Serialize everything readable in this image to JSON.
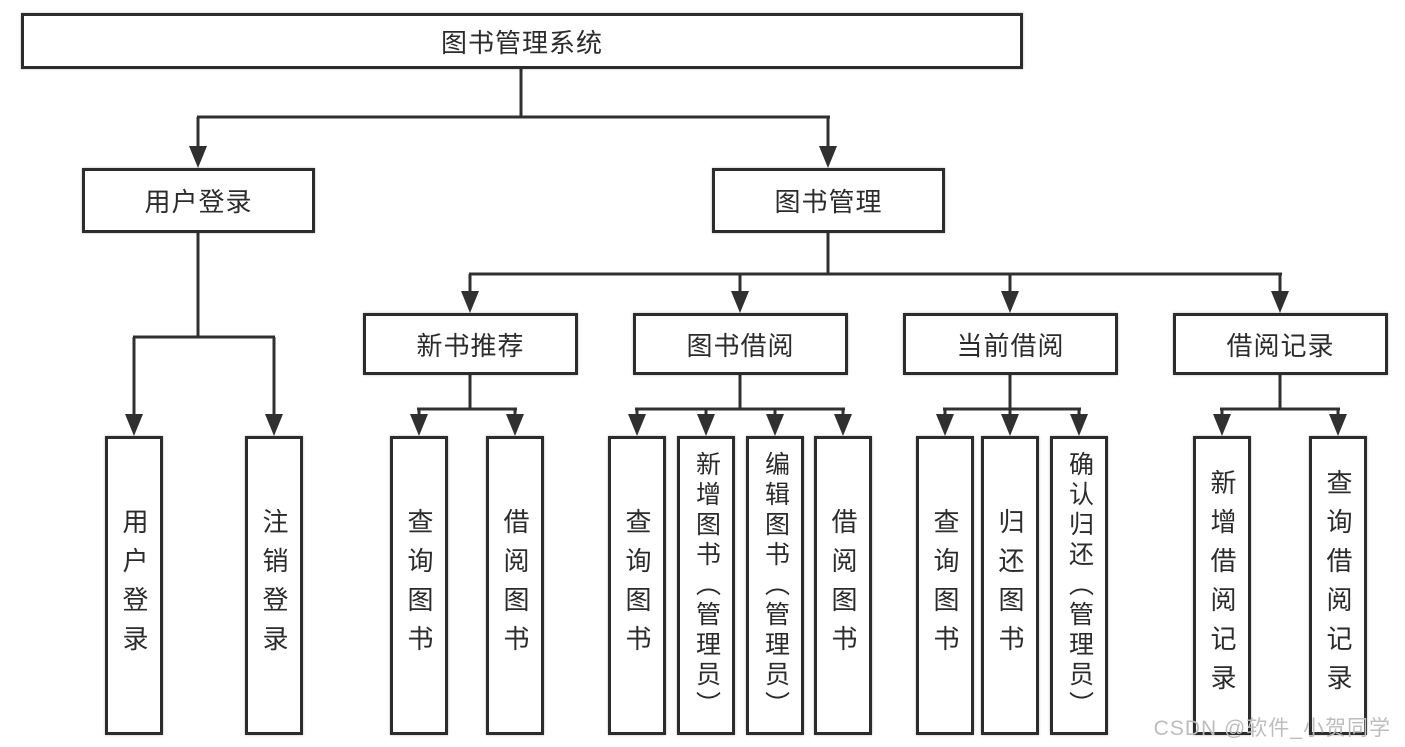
{
  "nodes": {
    "root": "图书管理系统",
    "level2": [
      "用户登录",
      "图书管理"
    ],
    "level3": [
      "新书推荐",
      "图书借阅",
      "当前借阅",
      "借阅记录"
    ],
    "leaves": {
      "user_login": [
        "用户登录",
        "注销登录"
      ],
      "new_book_recommend": [
        "查询图书",
        "借阅图书"
      ],
      "book_borrow": [
        "查询图书",
        "新增图书（管理员）",
        "编辑图书（管理员）",
        "借阅图书"
      ],
      "current_borrow": [
        "查询图书",
        "归还图书",
        "确认归还（管理员）"
      ],
      "borrow_record": [
        "新增借阅记录",
        "查询借阅记录"
      ]
    }
  },
  "watermark": "CSDN @软件_小贺同学",
  "colors": {
    "line": "#303030",
    "border": "#2c2c2c",
    "text": "#2b2b2b",
    "watermark": "#bdbdbd",
    "background": "#ffffff"
  }
}
